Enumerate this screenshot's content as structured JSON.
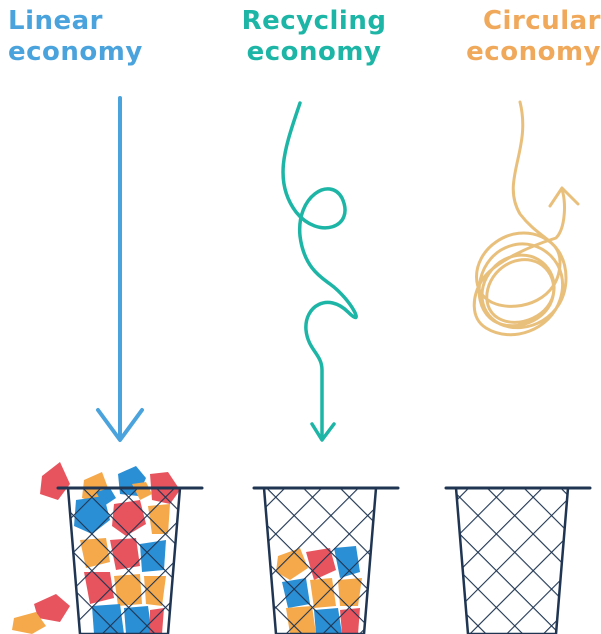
{
  "columns": [
    {
      "key": "linear",
      "title_line1": "Linear",
      "title_line2": "economy",
      "color": "#4aa3dc"
    },
    {
      "key": "recycling",
      "title_line1": "Recycling",
      "title_line2": "economy",
      "color": "#1db5a6"
    },
    {
      "key": "circular",
      "title_line1": "Circular",
      "title_line2": "economy",
      "color": "#f0a85a"
    }
  ],
  "colors": {
    "basket": "#1f3552",
    "waste_red": "#e8545e",
    "waste_blue": "#2b8fd6",
    "waste_orange": "#f5a94a",
    "circular_line": "#e9bf7c"
  }
}
